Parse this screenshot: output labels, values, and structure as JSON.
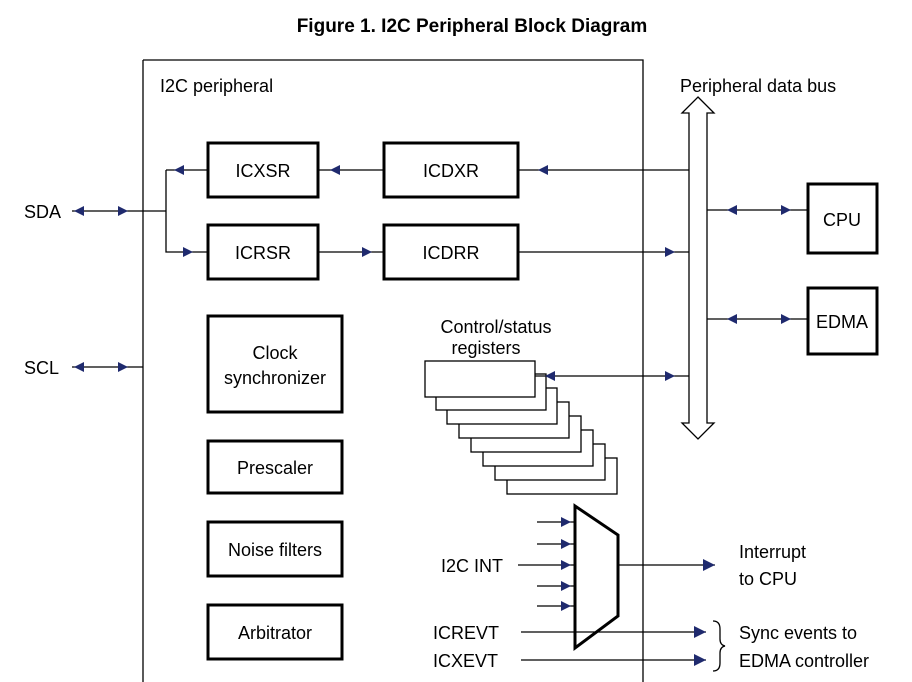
{
  "title": "Figure 1. I2C Peripheral Block Diagram",
  "peripheral_label": "I2C peripheral",
  "bus_label": "Peripheral data bus",
  "pins": {
    "sda": "SDA",
    "scl": "SCL"
  },
  "blocks": {
    "icxsr": "ICXSR",
    "icdxr": "ICDXR",
    "icrsr": "ICRSR",
    "icdrr": "ICDRR",
    "clock_line1": "Clock",
    "clock_line2": "synchronizer",
    "prescaler": "Prescaler",
    "noise_filters": "Noise filters",
    "arbitrator": "Arbitrator"
  },
  "external": {
    "cpu": "CPU",
    "edma": "EDMA"
  },
  "registers": {
    "line1": "Control/status",
    "line2": "registers"
  },
  "interrupt": {
    "mux_label": "I2C INT",
    "out_line1": "Interrupt",
    "out_line2": "to CPU"
  },
  "events": {
    "icrevt": "ICREVT",
    "icxevt": "ICXEVT",
    "out_line1": "Sync events to",
    "out_line2": "EDMA controller"
  },
  "colors": {
    "arrow": "#1f2a6e",
    "line": "#000000",
    "background": "#ffffff"
  }
}
